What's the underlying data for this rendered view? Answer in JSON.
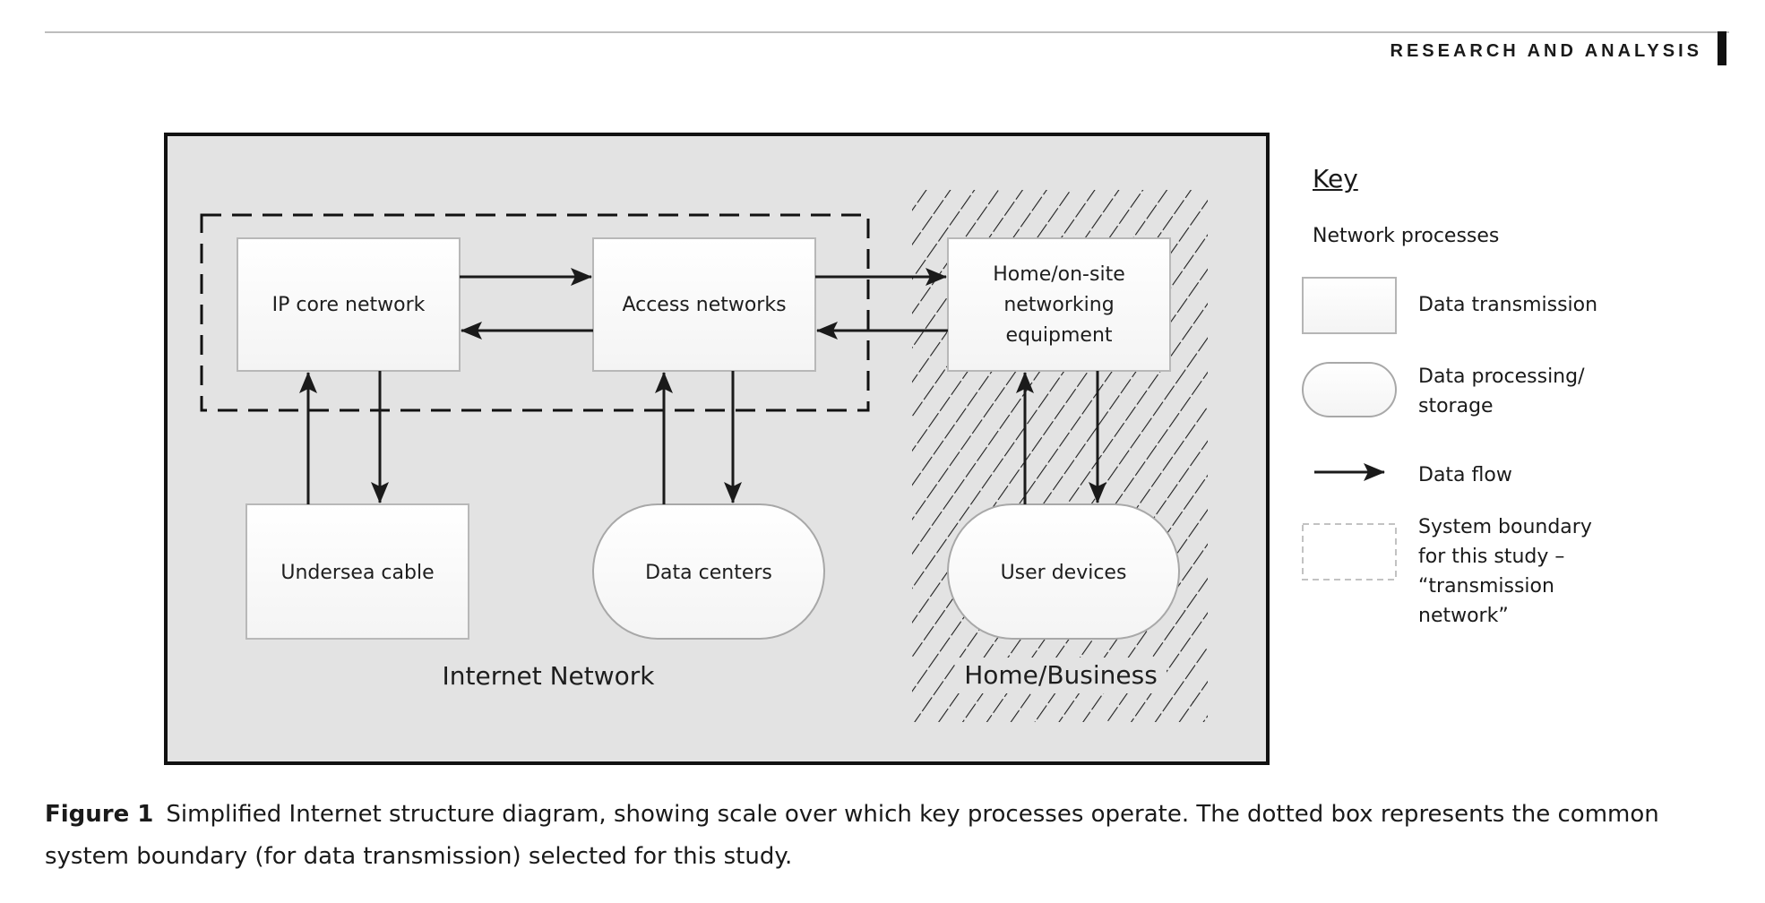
{
  "header": {
    "section_label": "RESEARCH AND ANALYSIS"
  },
  "diagram": {
    "nodes": {
      "ip_core": "IP core network",
      "access": "Access networks",
      "home_equipment": [
        "Home/on-site",
        "networking",
        "equipment"
      ],
      "undersea": "Undersea cable",
      "data_centers": "Data centers",
      "user_devices": "User devices"
    },
    "regions": {
      "internet": "Internet Network",
      "home": "Home/Business"
    },
    "flows": [
      {
        "from": "IP core network",
        "to": "Access networks"
      },
      {
        "from": "Access networks",
        "to": "IP core network"
      },
      {
        "from": "Access networks",
        "to": "Home/on-site networking equipment"
      },
      {
        "from": "Home/on-site networking equipment",
        "to": "Access networks"
      },
      {
        "from": "Undersea cable",
        "to": "IP core network"
      },
      {
        "from": "IP core network",
        "to": "Undersea cable"
      },
      {
        "from": "Data centers",
        "to": "Access networks"
      },
      {
        "from": "Access networks",
        "to": "Data centers"
      },
      {
        "from": "User devices",
        "to": "Home/on-site networking equipment"
      },
      {
        "from": "Home/on-site networking equipment",
        "to": "User devices"
      }
    ]
  },
  "key": {
    "title": "Key",
    "subtitle": "Network processes",
    "items": [
      {
        "symbol": "rectangle",
        "label": "Data transmission"
      },
      {
        "symbol": "rounded-pill",
        "label": "Data processing/ storage"
      },
      {
        "symbol": "arrow",
        "label": "Data flow"
      },
      {
        "symbol": "dashed-rectangle",
        "label": "System boundary for this study – “transmission network”"
      }
    ]
  },
  "caption": {
    "figure_label": "Figure 1",
    "text": "Simplified Internet structure diagram, showing scale over which key processes operate. The dotted box represents the common system boundary (for data transmission) selected for this study."
  },
  "colors": {
    "panel_bg": "#e3e3e3",
    "node_fill": "#fafafa",
    "stroke": "#1a1a1a"
  }
}
